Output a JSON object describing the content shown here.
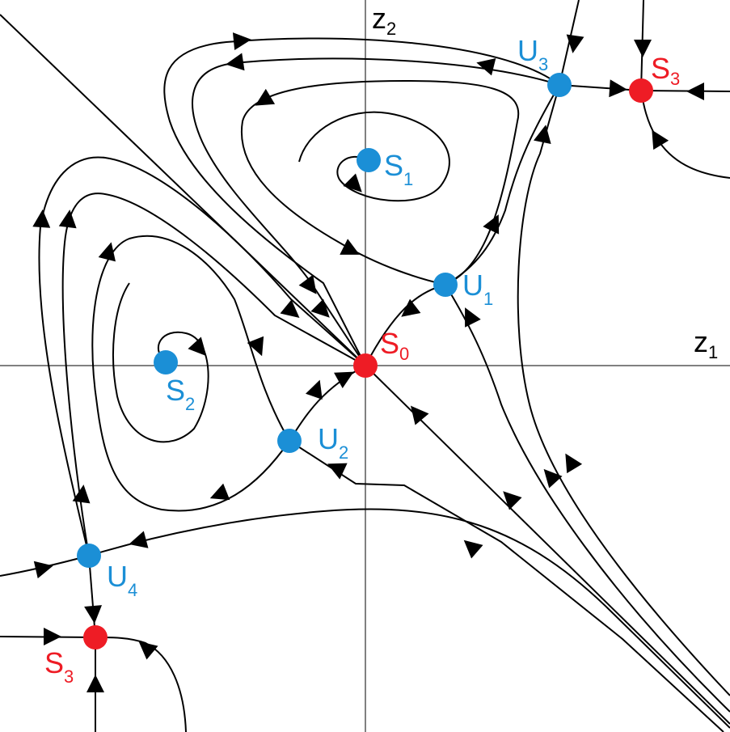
{
  "colors": {
    "stable": "#ee1c25",
    "unstable": "#1b8fd6",
    "curve": "#000000",
    "axis": "#000000"
  },
  "axes": {
    "x_label": {
      "base": "z",
      "sub": "1"
    },
    "y_label": {
      "base": "z",
      "sub": "2"
    }
  },
  "equilibria": [
    {
      "id": "S0",
      "base": "S",
      "sub": "0",
      "kind": "stable"
    },
    {
      "id": "S1",
      "base": "S",
      "sub": "1",
      "kind": "unstable"
    },
    {
      "id": "S2",
      "base": "S",
      "sub": "2",
      "kind": "unstable"
    },
    {
      "id": "S3a",
      "base": "S",
      "sub": "3",
      "kind": "stable"
    },
    {
      "id": "S3b",
      "base": "S",
      "sub": "3",
      "kind": "stable"
    },
    {
      "id": "U1",
      "base": "U",
      "sub": "1",
      "kind": "unstable"
    },
    {
      "id": "U2",
      "base": "U",
      "sub": "2",
      "kind": "unstable"
    },
    {
      "id": "U3",
      "base": "U",
      "sub": "3",
      "kind": "unstable"
    },
    {
      "id": "U4",
      "base": "U",
      "sub": "4",
      "kind": "unstable"
    }
  ]
}
